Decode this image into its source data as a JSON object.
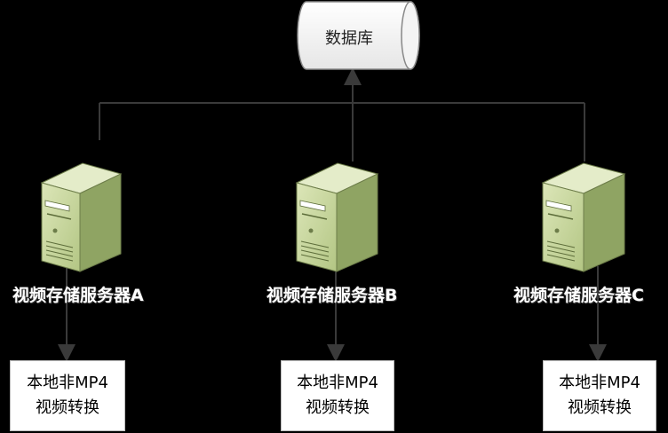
{
  "database": {
    "label": "数据库"
  },
  "servers": [
    {
      "label": "视频存储服务器A",
      "box_line1": "本地非MP4",
      "box_line2": "视频转换"
    },
    {
      "label": "视频存储服务器B",
      "box_line1": "本地非MP4",
      "box_line2": "视频转换"
    },
    {
      "label": "视频存储服务器C",
      "box_line1": "本地非MP4",
      "box_line2": "视频转换"
    }
  ],
  "colors": {
    "background": "#000000",
    "connector": "#3a3a3a",
    "server_body": "#c4d49a",
    "server_front": "#a9bf7a",
    "server_top": "#dde8bf",
    "box_fill": "#ffffff"
  }
}
